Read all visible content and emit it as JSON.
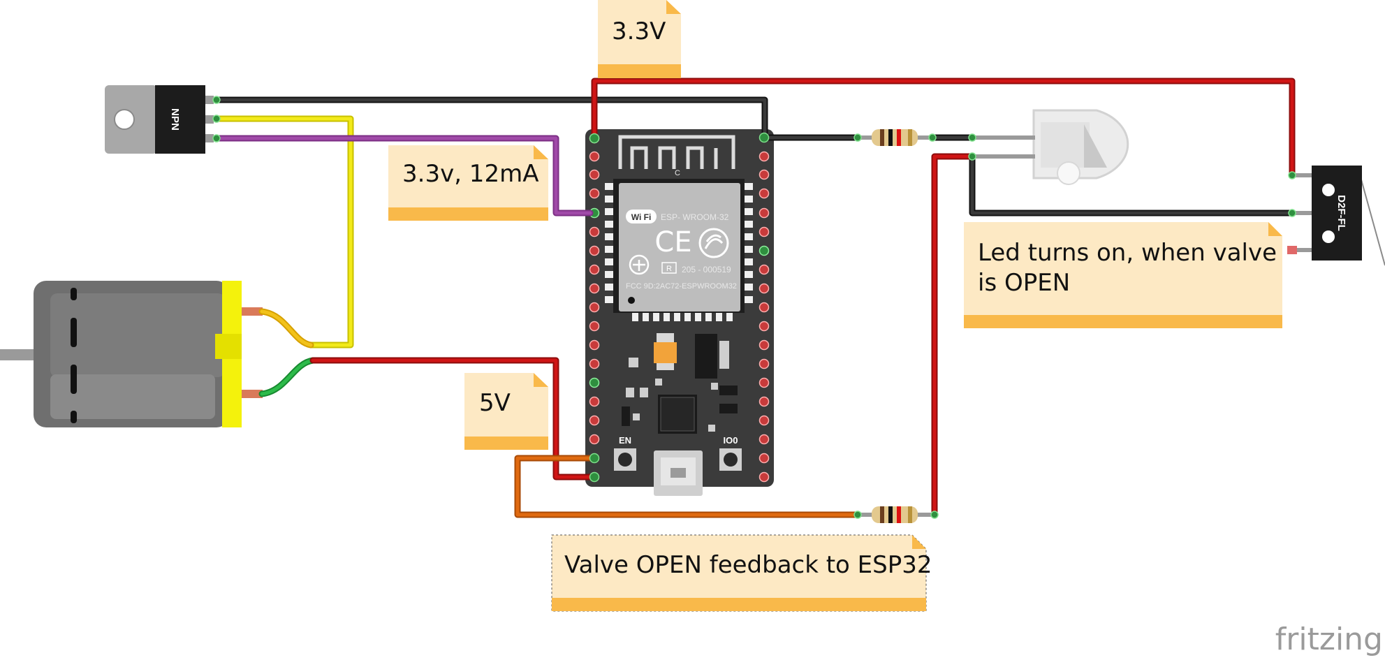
{
  "colors": {
    "wire_red": "#cc1111",
    "wire_black": "#222222",
    "wire_yellow": "#f2ea1a",
    "wire_purple": "#a04aa8",
    "wire_orange": "#e06a10",
    "wire_green": "#22aa44",
    "note_fill": "#fde9c4",
    "note_bar": "#f9b94a",
    "board": "#3b3b3b",
    "motor_body": "#6f6f6f",
    "motor_cap": "#f4f20c"
  },
  "notes": {
    "n33": "3.3V",
    "n33ma": "3.3v, 12mA",
    "n5v": "5V",
    "led": [
      "Led turns on, when valve",
      "is OPEN"
    ],
    "feedback": "Valve OPEN feedback to ESP32"
  },
  "components": {
    "transistor_label": "NPN",
    "switch_label": "D2F-FL",
    "module_name": "ESP- WROOM-32",
    "module_r_mark": "R",
    "module_code": "205 - 000519",
    "module_fcc": "FCC 9D:2AC72-ESPWROOM32",
    "wifi_label": "Wi Fi",
    "ce_mark": "CE",
    "antenna_mark": "C",
    "btn_en": "EN",
    "btn_io0": "IO0"
  },
  "brand": "fritzing"
}
